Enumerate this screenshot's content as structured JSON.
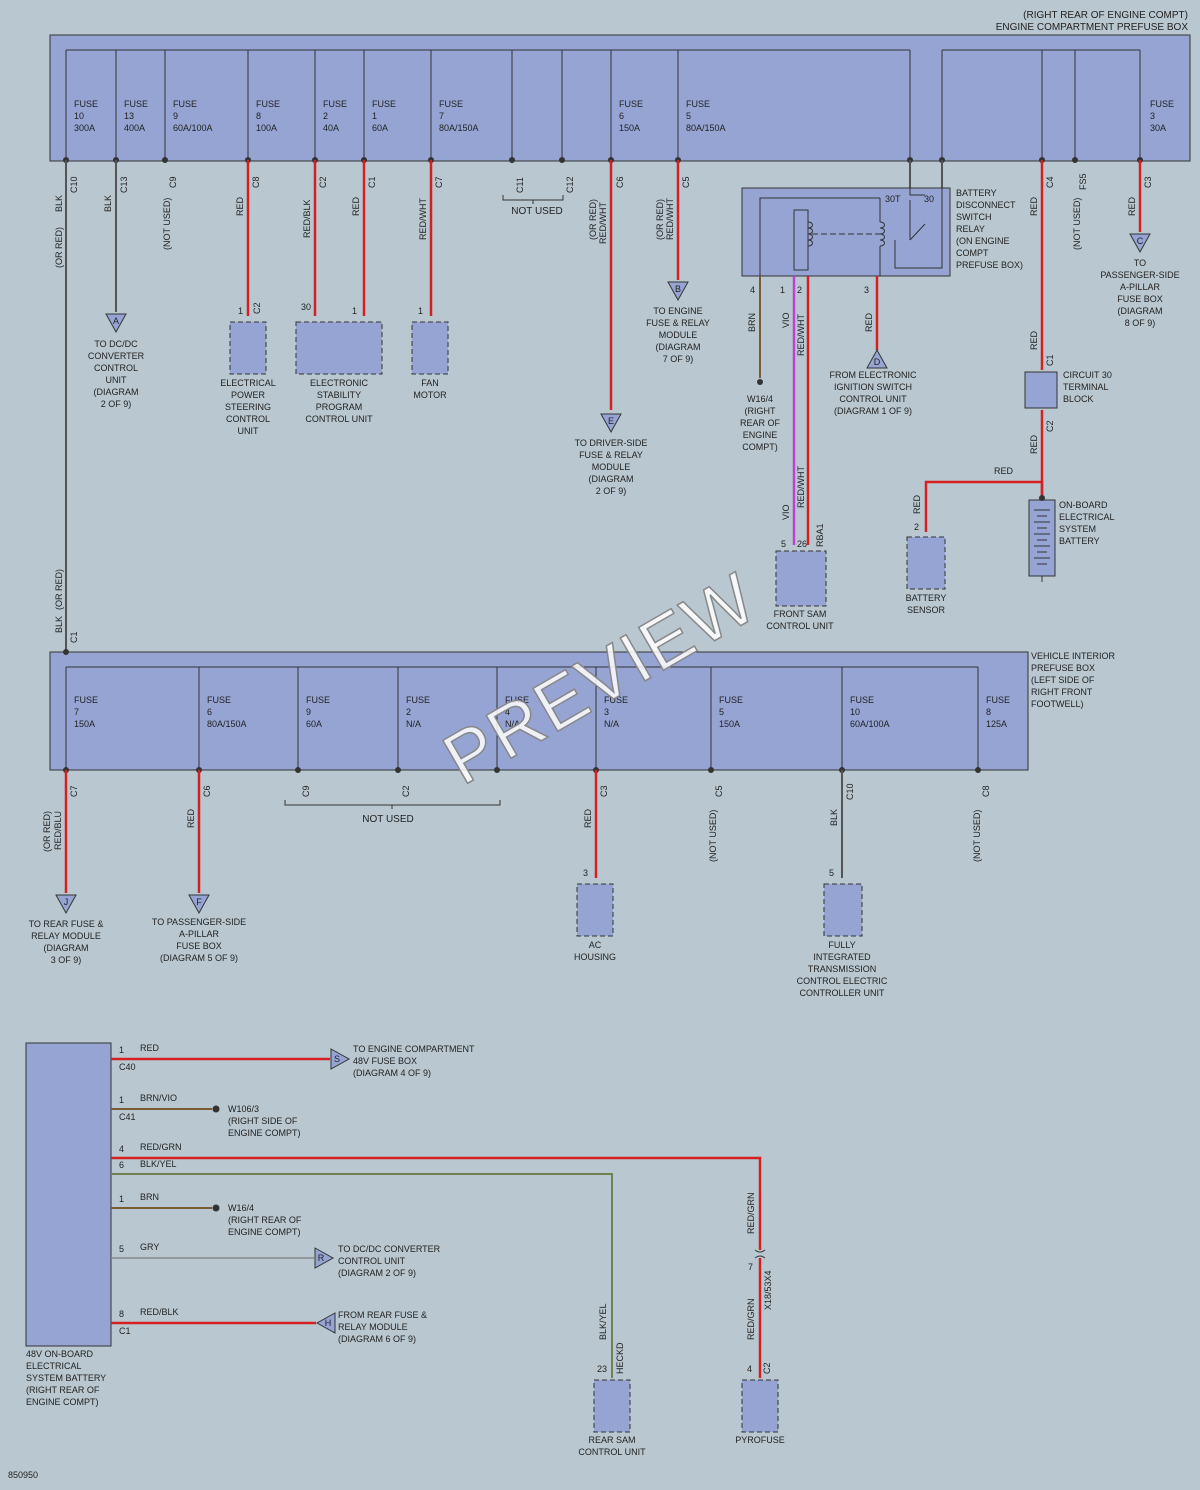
{
  "header": {
    "line1": "(RIGHT REAR OF ENGINE COMPT)",
    "line2": "ENGINE COMPARTMENT PREFUSE BOX"
  },
  "top_fuses": [
    {
      "name": "FUSE",
      "num": "10",
      "amp": "300A"
    },
    {
      "name": "FUSE",
      "num": "13",
      "amp": "400A"
    },
    {
      "name": "FUSE",
      "num": "9",
      "amp": "60A/100A"
    },
    {
      "name": "FUSE",
      "num": "8",
      "amp": "100A"
    },
    {
      "name": "FUSE",
      "num": "2",
      "amp": "40A"
    },
    {
      "name": "FUSE",
      "num": "1",
      "amp": "60A"
    },
    {
      "name": "FUSE",
      "num": "7",
      "amp": "80A/150A"
    },
    {
      "name": "FUSE",
      "num": "6",
      "amp": "150A"
    },
    {
      "name": "FUSE",
      "num": "5",
      "amp": "80A/150A"
    },
    {
      "name": "FUSE",
      "num": "3",
      "amp": "30A"
    }
  ],
  "top_pins": [
    "C10",
    "C13",
    "C9",
    "C8",
    "C2",
    "C1",
    "C7",
    "C11",
    "C12",
    "C6",
    "C5",
    "C4",
    "FS5",
    "C3"
  ],
  "top_colors": {
    "blk": "BLK",
    "or_red": "(OR RED)",
    "not_used": "(NOT USED)",
    "red": "RED",
    "red_blk": "RED/BLK",
    "red_wht": "RED/WHT",
    "or_red_wht": "(OR RED)"
  },
  "not_used": "NOT USED",
  "conn_a": {
    "letter": "A",
    "lines": [
      "TO DC/DC",
      "CONVERTER",
      "CONTROL",
      "UNIT",
      "(DIAGRAM",
      "2 OF 9)"
    ]
  },
  "eps": {
    "pin": "1",
    "conn": "C2",
    "lines": [
      "ELECTRICAL",
      "POWER",
      "STEERING",
      "CONTROL",
      "UNIT"
    ]
  },
  "esp": {
    "pin_a": "30",
    "pin_b": "1",
    "lines": [
      "ELECTRONIC",
      "STABILITY",
      "PROGRAM",
      "CONTROL UNIT"
    ]
  },
  "fan": {
    "pin": "1",
    "lines": [
      "FAN",
      "MOTOR"
    ]
  },
  "conn_e": {
    "letter": "E",
    "lines": [
      "TO DRIVER-SIDE",
      "FUSE & RELAY",
      "MODULE",
      "(DIAGRAM",
      "2 OF 9)"
    ]
  },
  "conn_b": {
    "letter": "B",
    "lines": [
      "TO ENGINE",
      "FUSE & RELAY",
      "MODULE",
      "(DIAGRAM",
      "7 OF 9)"
    ]
  },
  "relay": {
    "t30t": "30T",
    "t30": "30",
    "lines": [
      "BATTERY",
      "DISCONNECT",
      "SWITCH",
      "RELAY",
      "(ON ENGINE",
      "COMPT",
      "PREFUSE BOX)"
    ],
    "pins": [
      "4",
      "1",
      "2",
      "3"
    ]
  },
  "relay_wires": {
    "brn": "BRN",
    "vio": "VIO",
    "red_wht": "RED/WHT",
    "red": "RED"
  },
  "w164a": {
    "lines": [
      "W16/4",
      "(RIGHT",
      "REAR OF",
      "ENGINE",
      "COMPT)"
    ]
  },
  "conn_d": {
    "letter": "D",
    "lines": [
      "FROM ELECTRONIC",
      "IGNITION SWITCH",
      "CONTROL UNIT",
      "(DIAGRAM 1 OF 9)"
    ]
  },
  "conn_c": {
    "letter": "C",
    "lines": [
      "TO",
      "PASSENGER-SIDE",
      "A-PILLAR",
      "FUSE BOX",
      "(DIAGRAM",
      "8 OF 9)"
    ]
  },
  "circuit30": {
    "pin_a": "C1",
    "pin_b": "C2",
    "lines": [
      "CIRCUIT 30",
      "TERMINAL",
      "BLOCK"
    ]
  },
  "battery": {
    "lines": [
      "ON-BOARD",
      "ELECTRICAL",
      "SYSTEM",
      "BATTERY"
    ]
  },
  "battery_sensor": {
    "pin": "2",
    "lines": [
      "BATTERY",
      "SENSOR"
    ]
  },
  "front_sam": {
    "pins": [
      "5",
      "26",
      "RBA1"
    ],
    "lines": [
      "FRONT SAM",
      "CONTROL UNIT"
    ]
  },
  "interior_box": {
    "lines": [
      "VEHICLE INTERIOR",
      "PREFUSE BOX",
      "(LEFT SIDE OF",
      "RIGHT FRONT",
      "FOOTWELL)"
    ],
    "pin_in": "C1"
  },
  "mid_fuses": [
    {
      "name": "FUSE",
      "num": "7",
      "amp": "150A"
    },
    {
      "name": "FUSE",
      "num": "6",
      "amp": "80A/150A"
    },
    {
      "name": "FUSE",
      "num": "9",
      "amp": "60A"
    },
    {
      "name": "FUSE",
      "num": "2",
      "amp": "N/A"
    },
    {
      "name": "FUSE",
      "num": "4",
      "amp": "N/A"
    },
    {
      "name": "FUSE",
      "num": "3",
      "amp": "N/A"
    },
    {
      "name": "FUSE",
      "num": "5",
      "amp": "150A"
    },
    {
      "name": "FUSE",
      "num": "10",
      "amp": "60A/100A"
    },
    {
      "name": "FUSE",
      "num": "8",
      "amp": "125A"
    }
  ],
  "mid_pins": [
    "C7",
    "C6",
    "C9",
    "C2",
    "C3",
    "C5",
    "C10",
    "C8"
  ],
  "mid_colors": {
    "red_blu": "RED/BLU",
    "or_red": "(OR RED)",
    "red": "RED",
    "not_used": "(NOT USED)",
    "blk": "BLK"
  },
  "conn_j": {
    "letter": "J",
    "lines": [
      "TO REAR FUSE &",
      "RELAY MODULE",
      "(DIAGRAM",
      "3 OF 9)"
    ]
  },
  "conn_f": {
    "letter": "F",
    "lines": [
      "TO PASSENGER-SIDE",
      "A-PILLAR",
      "FUSE BOX",
      "(DIAGRAM 5 OF 9)"
    ]
  },
  "ac": {
    "pin": "3",
    "lines": [
      "AC",
      "HOUSING"
    ]
  },
  "trans": {
    "pin": "5",
    "lines": [
      "FULLY",
      "INTEGRATED",
      "TRANSMISSION",
      "CONTROL ELECTRIC",
      "CONTROLLER UNIT"
    ]
  },
  "bat48": {
    "lines": [
      "48V ON-BOARD",
      "ELECTRICAL",
      "SYSTEM BATTERY",
      "(RIGHT REAR OF",
      "ENGINE COMPT)"
    ]
  },
  "bat48_wires": [
    {
      "pin": "1",
      "conn": "C40",
      "color": "RED"
    },
    {
      "pin": "1",
      "conn": "C41",
      "color": "BRN/VIO"
    },
    {
      "pin": "4",
      "color": "RED/GRN"
    },
    {
      "pin": "6",
      "color": "BLK/YEL"
    },
    {
      "pin": "1",
      "color": "BRN"
    },
    {
      "pin": "5",
      "color": "GRY"
    },
    {
      "pin": "8",
      "conn": "C1",
      "color": "RED/BLK"
    }
  ],
  "conn_s": {
    "letter": "S",
    "lines": [
      "TO ENGINE COMPARTMENT",
      "48V FUSE BOX",
      "(DIAGRAM 4 OF 9)"
    ]
  },
  "w1063": {
    "lines": [
      "W106/3",
      "(RIGHT SIDE OF",
      "ENGINE COMPT)"
    ]
  },
  "w164b": {
    "lines": [
      "W16/4",
      "(RIGHT REAR OF",
      "ENGINE COMPT)"
    ]
  },
  "conn_r": {
    "letter": "R",
    "lines": [
      "TO DC/DC CONVERTER",
      "CONTROL UNIT",
      "(DIAGRAM 2 OF 9)"
    ]
  },
  "conn_h": {
    "letter": "H",
    "lines": [
      "FROM REAR FUSE &",
      "RELAY MODULE",
      "(DIAGRAM 6 OF 9)"
    ]
  },
  "rear_sam": {
    "pin": "23",
    "conn": "HECKD",
    "color": "BLK/YEL",
    "lines": [
      "REAR SAM",
      "CONTROL UNIT"
    ]
  },
  "pyrofuse": {
    "pin": "4",
    "conn": "C2",
    "color": "RED/GRN",
    "inline_pin": "7",
    "inline_conn": "X18/53X4",
    "lines": [
      "PYROFUSE"
    ]
  },
  "footer_code": "850950",
  "watermark": "PREVIEW"
}
